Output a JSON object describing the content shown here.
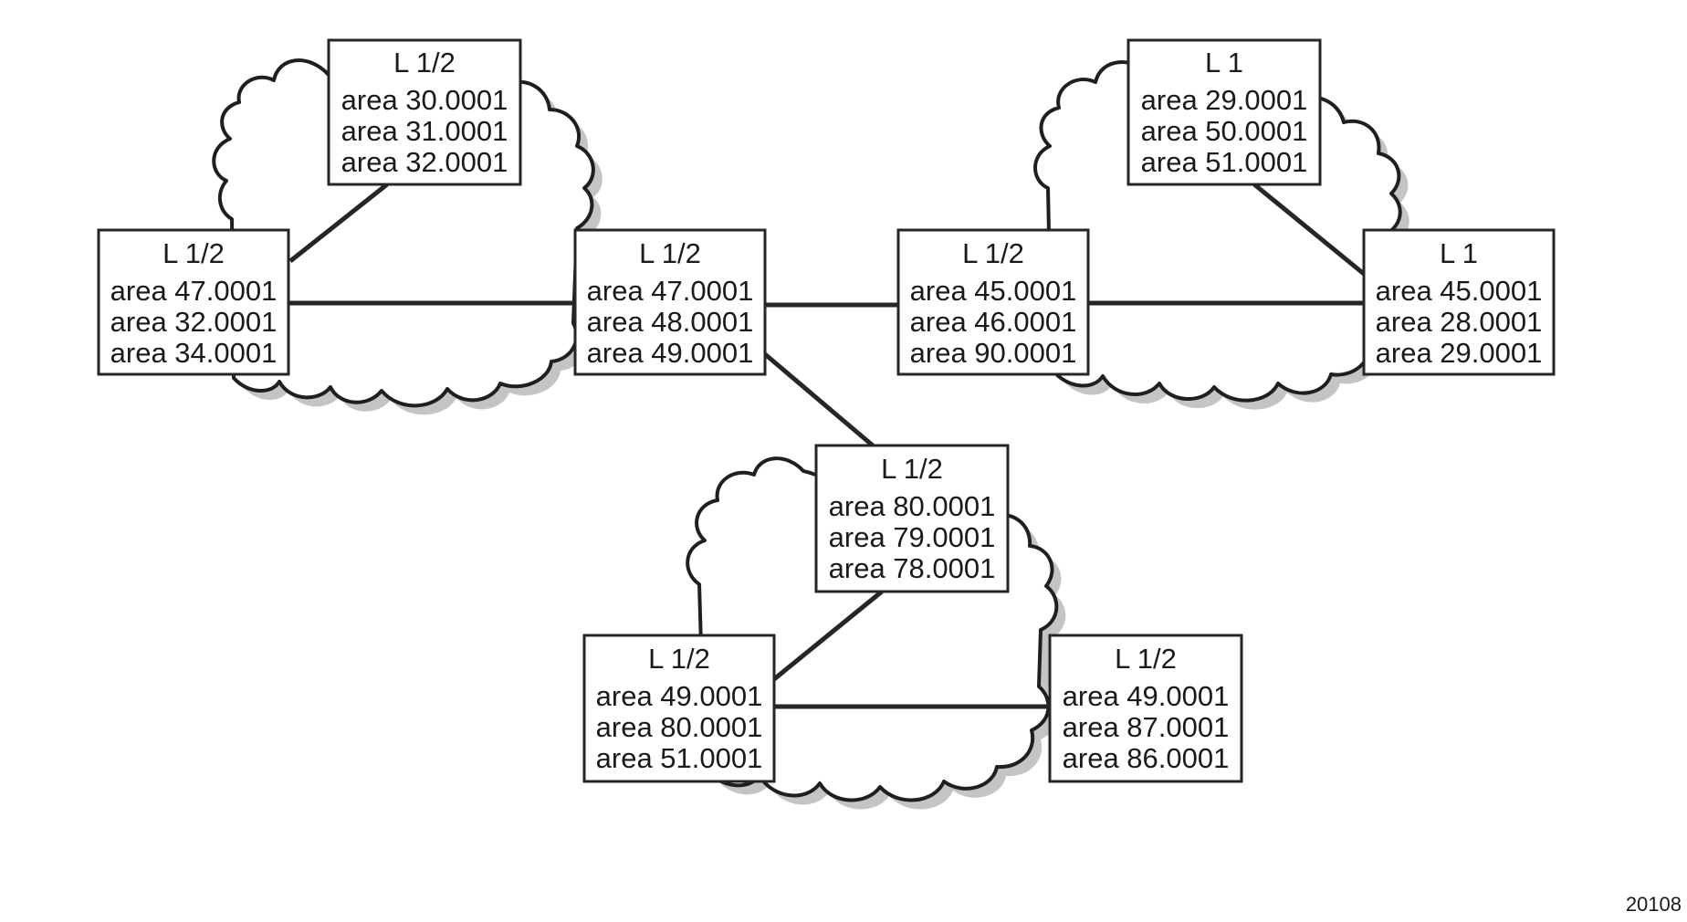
{
  "figure_id": "20108",
  "routers": {
    "top-left-cloud-top": {
      "level": "L 1/2",
      "areas": [
        "area 30.0001",
        "area 31.0001",
        "area 32.0001"
      ]
    },
    "top-left-cloud-left": {
      "level": "L 1/2",
      "areas": [
        "area 47.0001",
        "area 32.0001",
        "area 34.0001"
      ]
    },
    "top-left-cloud-right": {
      "level": "L 1/2",
      "areas": [
        "area 47.0001",
        "area 48.0001",
        "area 49.0001"
      ]
    },
    "top-right-cloud-top": {
      "level": "L 1",
      "areas": [
        "area 29.0001",
        "area 50.0001",
        "area 51.0001"
      ]
    },
    "top-right-cloud-left": {
      "level": "L 1/2",
      "areas": [
        "area 45.0001",
        "area 46.0001",
        "area 90.0001"
      ]
    },
    "top-right-cloud-right": {
      "level": "L 1",
      "areas": [
        "area 45.0001",
        "area 28.0001",
        "area 29.0001"
      ]
    },
    "bottom-cloud-top": {
      "level": "L 1/2",
      "areas": [
        "area 80.0001",
        "area 79.0001",
        "area 78.0001"
      ]
    },
    "bottom-cloud-left": {
      "level": "L 1/2",
      "areas": [
        "area 49.0001",
        "area 80.0001",
        "area 51.0001"
      ]
    },
    "bottom-cloud-right": {
      "level": "L 1/2",
      "areas": [
        "area 49.0001",
        "area 87.0001",
        "area 86.0001"
      ]
    }
  },
  "links": [
    [
      "top-left-cloud-top",
      "top-left-cloud-left"
    ],
    [
      "top-left-cloud-left",
      "top-left-cloud-right"
    ],
    [
      "top-left-cloud-right",
      "top-right-cloud-left"
    ],
    [
      "top-right-cloud-left",
      "top-right-cloud-right"
    ],
    [
      "top-right-cloud-top",
      "top-right-cloud-right"
    ],
    [
      "top-left-cloud-right",
      "bottom-cloud-top"
    ],
    [
      "bottom-cloud-top",
      "bottom-cloud-left"
    ],
    [
      "bottom-cloud-left",
      "bottom-cloud-right"
    ]
  ]
}
